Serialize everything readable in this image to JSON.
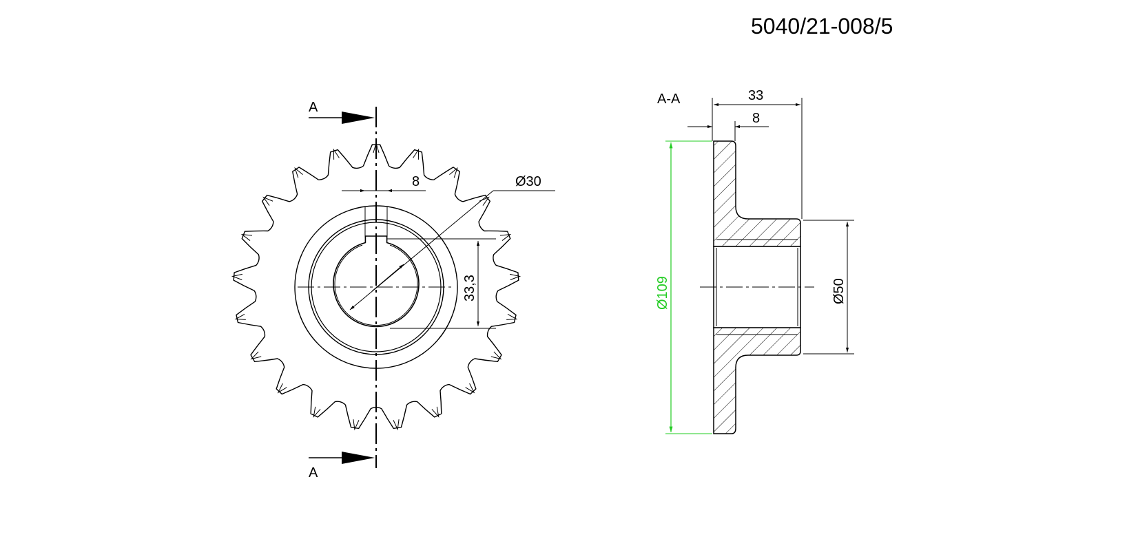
{
  "part_number": "5040/21-008/5",
  "front_view": {
    "section_mark_top": "A",
    "section_mark_bottom": "A",
    "keyway_width_label": "8",
    "bore_diameter_label": "Ø30",
    "key_height_label": "33,3",
    "tooth_count": 21
  },
  "section_view": {
    "title": "A-A",
    "total_length_label": "33",
    "flange_width_label": "8",
    "outer_diameter_label": "Ø109",
    "hub_diameter_label": "Ø50"
  },
  "colors": {
    "line": "#000000",
    "highlight_dimension": "#22cc22"
  }
}
